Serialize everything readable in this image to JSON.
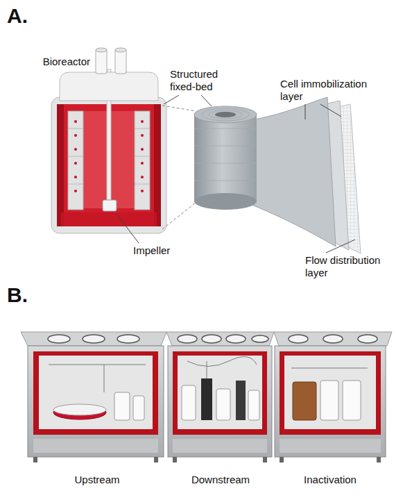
{
  "diagram": {
    "labels": [
      "A.",
      "Bioreactor",
      "Structured fixed-bed",
      "Cell immobilization layer",
      "Impeller",
      "Flow distribution layer",
      "B.",
      "Upstream",
      "Downstream",
      "Inactivation"
    ]
  }
}
